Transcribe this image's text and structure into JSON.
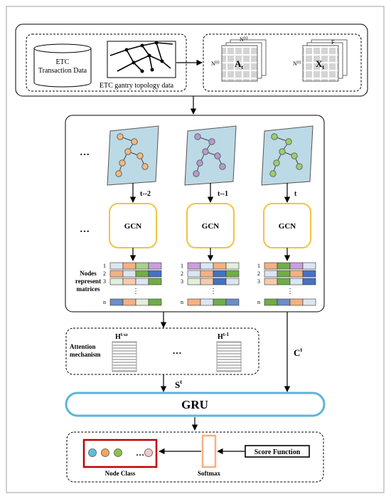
{
  "input": {
    "etc_data_label_1": "ETC",
    "etc_data_label_2": "Transaction Data",
    "topology_label": "ETC gantry topology data",
    "adjacency": {
      "name": "A",
      "sub": "t",
      "dim_top": "N",
      "dim_top_sup": "(t)",
      "dim_side": "N",
      "dim_side_sup": "(t)"
    },
    "features": {
      "name": "X",
      "sub": "t",
      "dim_top": "F",
      "dim_side": "N",
      "dim_side_sup": "(t)"
    }
  },
  "gcn_section": {
    "ellipsis": "…",
    "columns": [
      {
        "time_label": "t--2",
        "gcn_label": "GCN",
        "graph_node_color": "#f4b97b"
      },
      {
        "time_label": "t--1",
        "gcn_label": "GCN",
        "graph_node_color": "#b79ad1"
      },
      {
        "time_label": "t",
        "gcn_label": "GCN",
        "graph_node_color": "#9ccf6a"
      }
    ],
    "matrices_label": [
      "Nodes",
      "represent",
      "matrices"
    ],
    "row_labels": [
      "1",
      "2",
      "3",
      "n"
    ],
    "vdots": "⋮",
    "matrix_rows": [
      [
        [
          "#dce6f1",
          "#f4b183",
          "#a9d18e",
          "#c9a0dc"
        ],
        [
          "#f4b183",
          "#dce6f1",
          "#70ad47",
          "#4472c4"
        ],
        [
          "#e2efda",
          "#f8cbad",
          "#dce6f1",
          "#70ad47"
        ],
        [
          "#6b8fc7",
          "#f4b183",
          "#e2efda",
          "#70ad47"
        ]
      ],
      [
        [
          "#c9a0dc",
          "#dce6f1",
          "#f4b183",
          "#e2efda"
        ],
        [
          "#dce6f1",
          "#f4b183",
          "#4472c4",
          "#70ad47"
        ],
        [
          "#e2efda",
          "#f8cbad",
          "#4472c4",
          "#dce6f1"
        ],
        [
          "#f4b183",
          "#dce6f1",
          "#70ad47",
          "#6b8fc7"
        ]
      ],
      [
        [
          "#f4b183",
          "#70ad47",
          "#c9a0dc",
          "#dce6f1"
        ],
        [
          "#dce6f1",
          "#70ad47",
          "#f4b183",
          "#4472c4"
        ],
        [
          "#f8cbad",
          "#70ad47",
          "#dce6f1",
          "#4472c4"
        ],
        [
          "#70ad47",
          "#6b8fc7",
          "#f4b183",
          "#dce6f1"
        ]
      ]
    ]
  },
  "attention": {
    "label_1": "Attention",
    "label_2": "mechanism",
    "h_left": "H",
    "h_left_sup": "t-ω",
    "h_right": "H",
    "h_right_sup": "t-1",
    "ellipsis": "…",
    "s_label": "S",
    "s_sup": "t",
    "c_label": "C",
    "c_sup": "t"
  },
  "gru": {
    "label": "GRU"
  },
  "output": {
    "node_colors": [
      "#5bc0de",
      "#f4a460",
      "#8bc34a",
      "#f8c8c8"
    ],
    "ellipsis": "…",
    "node_class_label": "Node Class",
    "softmax_label": "Softmax",
    "score_function_label": "Score Function"
  },
  "colors": {
    "gcn_border": "#f5c242",
    "gru_border": "#5bb5d6",
    "node_class_border": "#c00000",
    "softmax_border": "#f4b183",
    "graph_panel": "#bcd9e6"
  }
}
